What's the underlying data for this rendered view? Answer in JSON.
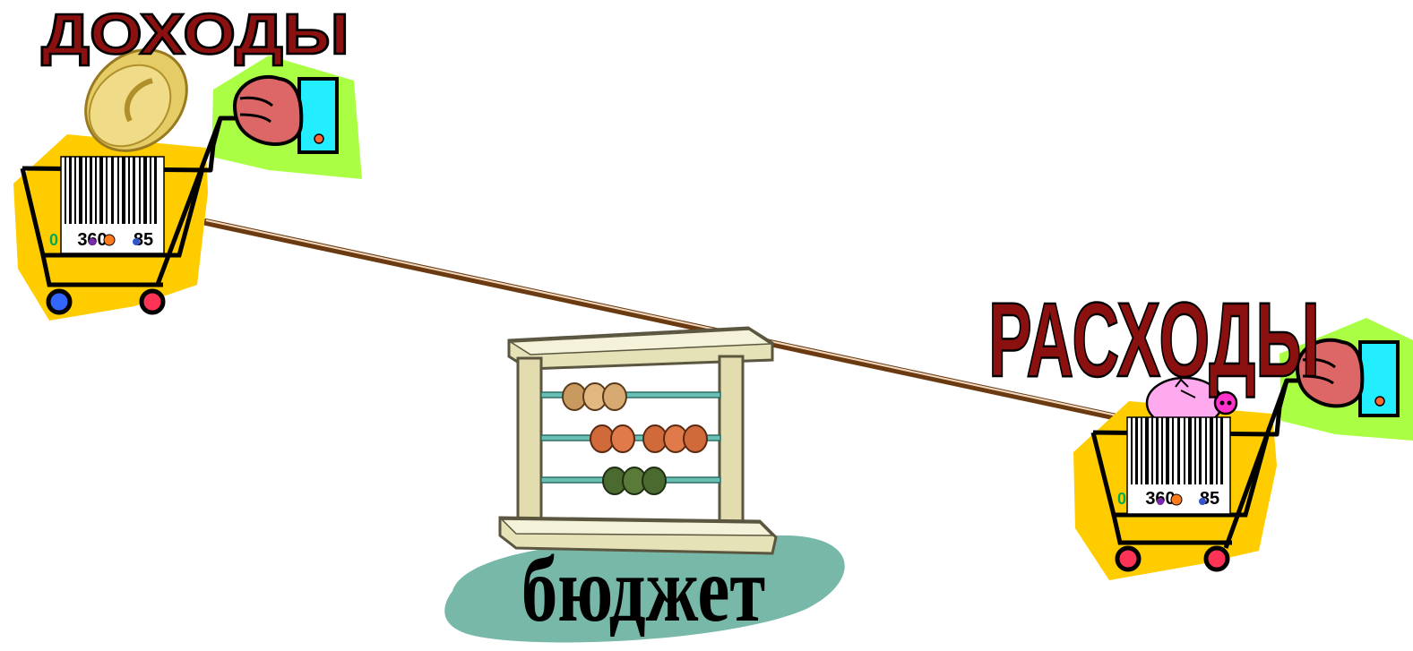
{
  "labels": {
    "income": "ДОХОДЫ",
    "expenses": "РАСХОДЫ",
    "budget": "бюджет"
  },
  "cart_left": {
    "barcode_digits_1": "0",
    "barcode_digits_2": "360",
    "barcode_digits_3": "85"
  },
  "cart_right": {
    "barcode_digits_1": "0",
    "barcode_digits_2": "360",
    "barcode_digits_3": "85"
  },
  "colors": {
    "title_fill": "#8b1010",
    "title_stroke": "#000000",
    "cart_bg": "#ffcc00",
    "hand_bg": "#aaff44",
    "lever": "#6b3a10",
    "base_shadow": "#78b8a8",
    "abacus_frame": "#e6e2b8"
  }
}
